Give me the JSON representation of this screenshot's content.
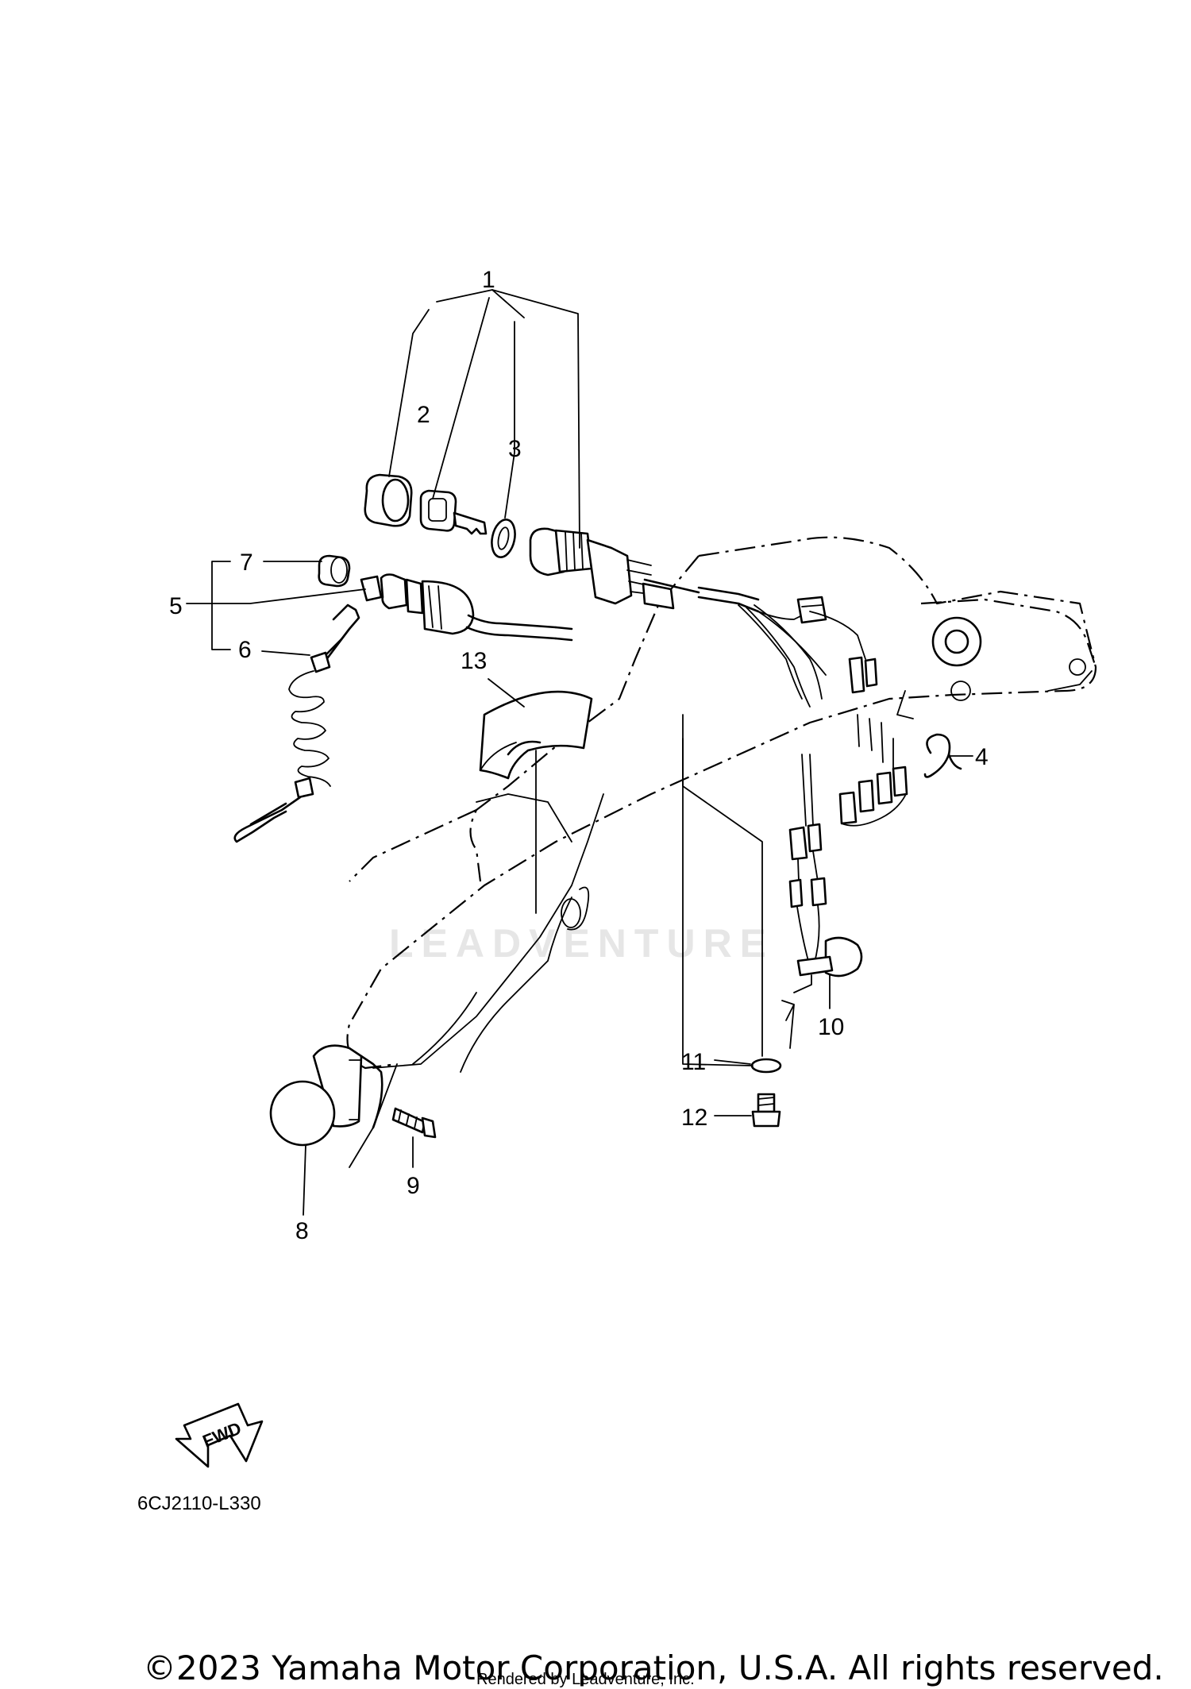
{
  "diagram": {
    "callouts": [
      {
        "id": "1",
        "label": "1"
      },
      {
        "id": "2",
        "label": "2"
      },
      {
        "id": "3",
        "label": "3"
      },
      {
        "id": "4",
        "label": "4"
      },
      {
        "id": "5",
        "label": "5"
      },
      {
        "id": "6",
        "label": "6"
      },
      {
        "id": "7",
        "label": "7"
      },
      {
        "id": "8",
        "label": "8"
      },
      {
        "id": "9",
        "label": "9"
      },
      {
        "id": "10",
        "label": "10"
      },
      {
        "id": "11",
        "label": "11"
      },
      {
        "id": "12",
        "label": "12"
      },
      {
        "id": "13",
        "label": "13"
      }
    ],
    "fwd_label": "FWD",
    "watermark": "LEADVENTURE",
    "diagram_code": "6CJ2110-L330"
  },
  "footer": {
    "copyright": "©2023 Yamaha Motor Corporation, U.S.A. All rights reserved.",
    "rendered_by": "Rendered by Leadventure, Inc."
  }
}
